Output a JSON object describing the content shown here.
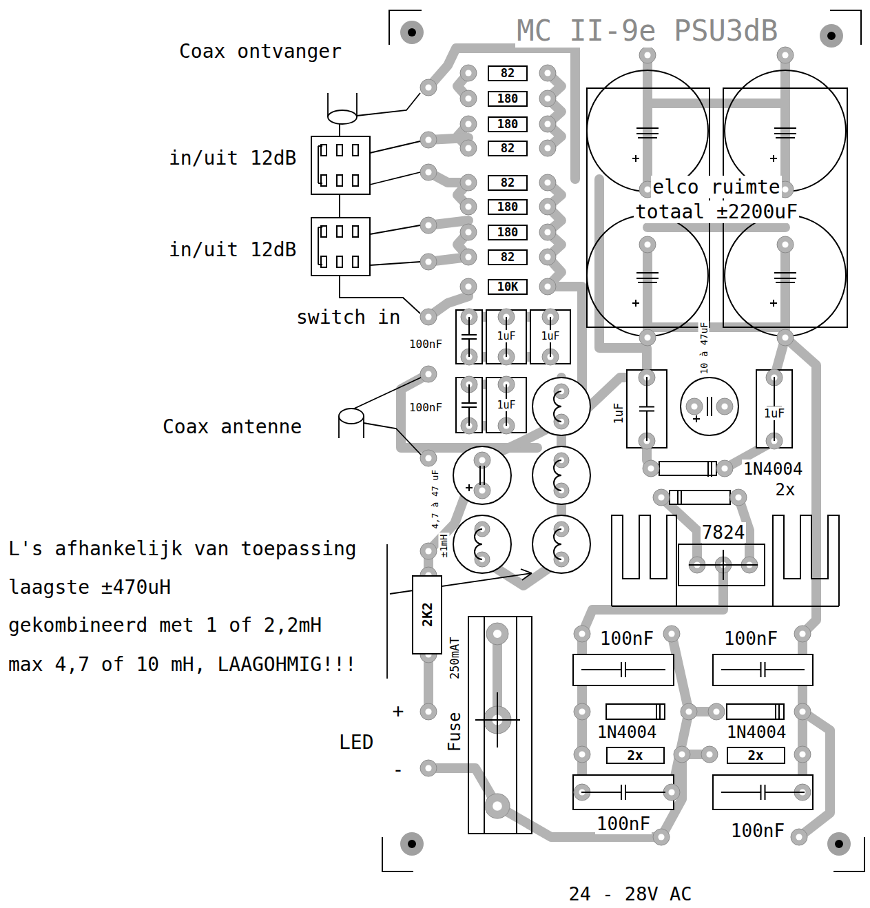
{
  "diagram": {
    "nodes": [
      {
        "text": [
          "82"
        ]
      },
      {
        "text": [
          "180"
        ]
      },
      {
        "text": [
          "180"
        ]
      },
      {
        "text": [
          "82"
        ]
      },
      {
        "text": [
          "82"
        ]
      },
      {
        "text": [
          "180"
        ]
      },
      {
        "text": [
          "180"
        ]
      },
      {
        "text": [
          "82"
        ]
      },
      {
        "text": [
          "10K"
        ]
      },
      {
        "text": [
          "2K2"
        ]
      },
      {
        "text": [
          "2x"
        ]
      },
      {
        "text": [
          "2x"
        ]
      }
    ],
    "labels": [
      "MC II-9e PSU3dB",
      "Coax ontvanger",
      "in/uit 12dB",
      "in/uit 12dB",
      "switch in",
      "100nF",
      "1uF",
      "1uF",
      "100nF",
      "1uF",
      "Coax antenne",
      "elco ruimte totaal ±2200uF",
      "10 à 47uF",
      "1uF",
      "1uF",
      "1N4004",
      "2x",
      "7824",
      "4,7 à 47 uF",
      "±1mH",
      "L's afhankelijk van toepassing",
      "laagste ±470uH",
      "gekombineerd met 1 of 2,2mH",
      "max 4,7 of 10 mH, LAAGOHMIG!!!",
      "+",
      "LED",
      "-",
      "Fuse",
      "250mAT",
      "100nF",
      "100nF",
      "1N4004",
      "1N4004",
      "100nF",
      "100nF",
      "24 - 28V AC"
    ]
  }
}
